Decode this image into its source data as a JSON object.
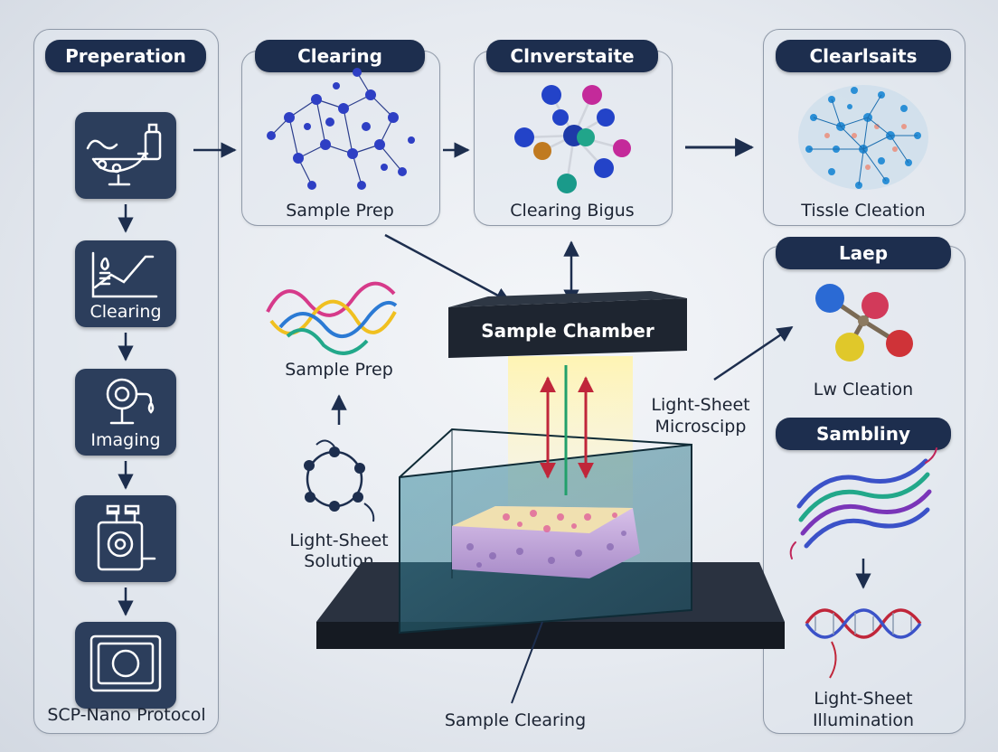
{
  "left_panel": {
    "title": "Preperation",
    "steps": [
      {
        "icon": "microscope-sink-icon",
        "label": ""
      },
      {
        "icon": "chart-icon",
        "label": "Clearing"
      },
      {
        "icon": "imaging-icon",
        "label": "Imaging"
      },
      {
        "icon": "device-icon",
        "label": ""
      },
      {
        "icon": "monitor-icon",
        "label": ""
      }
    ],
    "footer": "SCP-Nano Protocol"
  },
  "top_panels": [
    {
      "title": "Clearing",
      "caption": "Sample Prep",
      "icon": "molecule-network-icon"
    },
    {
      "title": "Clnverstaite",
      "caption": "Clearing  Bigus",
      "icon": "molecule-cluster-icon"
    },
    {
      "title": "Clearlsaits",
      "caption": "Tissle Cleation",
      "icon": "protein-network-icon"
    }
  ],
  "right_panel": {
    "title1": "Laep",
    "caption1": "Lw Cleation",
    "title2": "Sambliny",
    "caption2_line1": "Light-Sheet",
    "caption2_line2": "Illumination"
  },
  "center": {
    "chamber_label": "Sample Chamber",
    "dna_caption": "Sample Prep",
    "solution_line1": "Light-Sheet",
    "solution_line2": "Solution",
    "microscope_line1": "Light-Sheet",
    "microscope_line2": "Microscipp",
    "bottom_caption": "Sample Clearing"
  },
  "colors": {
    "navy": "#1d2e4e",
    "icon_box": "#2c3e5c",
    "beam": "#fff2a8",
    "arrow_red": "#c0263a",
    "arrow_green": "#22a06b"
  }
}
